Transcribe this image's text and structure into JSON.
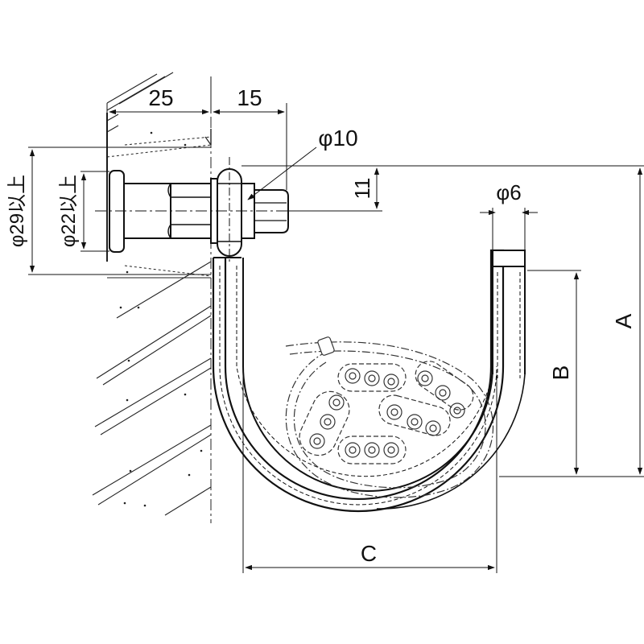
{
  "dimensions": {
    "plate_width": "25",
    "nut_depth": "15",
    "rod_diameter": "φ10",
    "bar_diameter": "φ6",
    "offset": "11",
    "outer_diameter_min": "φ29以上",
    "inner_diameter_min": "φ22以上",
    "height_a": "A",
    "height_b": "B",
    "width_c": "C"
  }
}
